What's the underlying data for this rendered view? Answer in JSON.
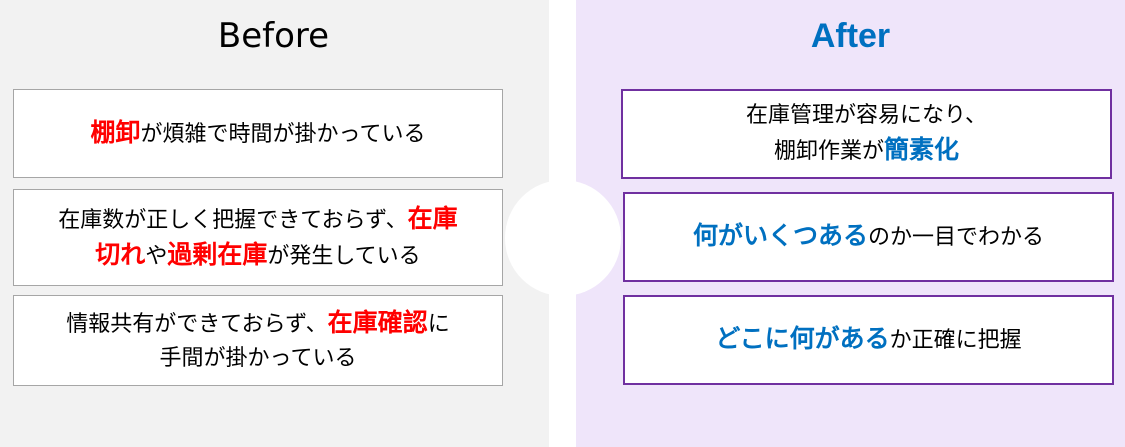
{
  "before": {
    "title": "Before",
    "items": [
      {
        "line1": {
          "hl": "棚卸",
          "rest": "が煩雑で時間が掛かっている"
        }
      },
      {
        "line1": {
          "pre": "在庫数が正しく把握できておらず、",
          "hl": "在庫"
        },
        "line2": {
          "hl1": "切れ",
          "mid": "や",
          "hl2": "過剰在庫",
          "post": "が発生している"
        }
      },
      {
        "line1": {
          "pre": "情報共有ができておらず、",
          "hl": "在庫確認",
          "post": "に"
        },
        "line2": {
          "text": "手間が掛かっている"
        }
      }
    ]
  },
  "after": {
    "title": "After",
    "items": [
      {
        "line1": {
          "text": "在庫管理が容易になり、"
        },
        "line2": {
          "pre": "棚卸作業が",
          "hl": "簡素化"
        }
      },
      {
        "line1": {
          "hl": "何がいくつある",
          "rest": "のか一目でわかる"
        }
      },
      {
        "line1": {
          "hl": "どこに何がある",
          "rest": "か正確に把握"
        }
      }
    ]
  },
  "colors": {
    "before_bg": "#f2f2f2",
    "after_bg": "#efe5fa",
    "highlight_red": "#ff0000",
    "highlight_blue": "#0070c0",
    "after_border": "#7030a0",
    "before_border": "#a6a6a6"
  }
}
